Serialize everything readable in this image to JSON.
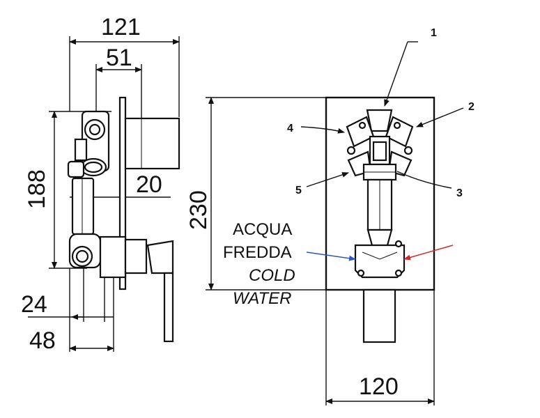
{
  "dimensions": {
    "width_121": "121",
    "width_51": "51",
    "height_188": "188",
    "depth_20": "20",
    "height_230": "230",
    "depth_24": "24",
    "depth_48": "48",
    "width_120": "120"
  },
  "callouts": [
    "1",
    "2",
    "3",
    "4",
    "5"
  ],
  "water_label": {
    "line1": "ACQUA",
    "line2": "FREDDA",
    "line3": "COLD",
    "line4": "WATER"
  },
  "colors": {
    "line": "#111111",
    "cold_arrow": "#2b55c8",
    "hot_arrow": "#d02a2a"
  }
}
